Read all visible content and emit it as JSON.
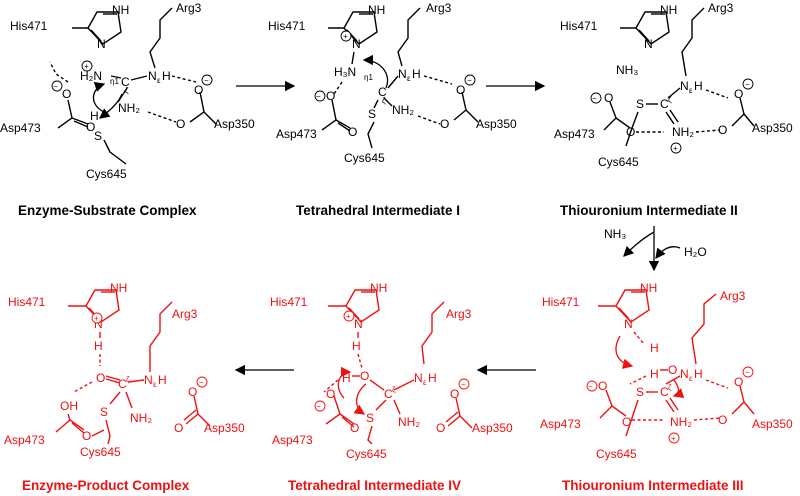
{
  "colors": {
    "top_row": "#000000",
    "bottom_row": "#ee1111"
  },
  "common": {
    "his": "His471",
    "arg": "Arg3",
    "asp473": "Asp473",
    "asp350": "Asp350",
    "cys": "Cys645",
    "N": "N",
    "NH": "NH",
    "H": "H",
    "S": "S",
    "O": "O",
    "OH": "OH",
    "C": "C",
    "NH2": "NH₂",
    "H2N": "H₂N",
    "H3N": "H₃N",
    "NH3": "NH₃",
    "H2O": "H₂O",
    "eps": "ε",
    "eta": "η1",
    "zeta": "ζ",
    "plus": "+",
    "minus": "−"
  },
  "titles": {
    "enzyme_substrate_complex": "Enzyme-Substrate Complex",
    "tetrahedral_intermediate_1": "Tetrahedral Intermediate I",
    "thiouronium_intermediate_2": "Thiouronium Intermediate II",
    "thiouronium_intermediate_3": "Thiouronium Intermediate III",
    "tetrahedral_intermediate_4": "Tetrahedral Intermediate IV",
    "enzyme_product_complex": "Enzyme-Product Complex"
  }
}
